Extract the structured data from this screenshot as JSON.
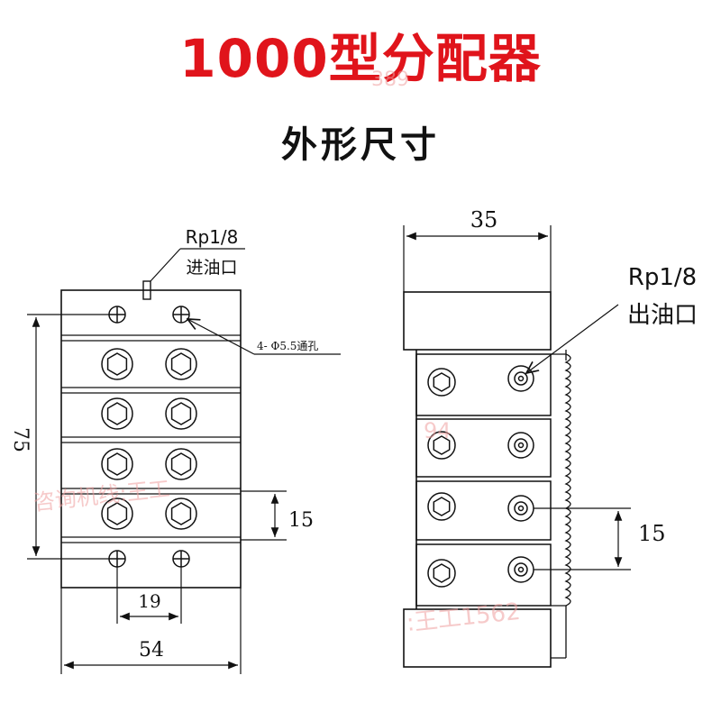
{
  "header": {
    "title": "1000型分配器",
    "subtitle": "外形尺寸"
  },
  "front_view": {
    "inlet_thread": "Rp1/8",
    "inlet_label": "进油口",
    "hole_callout": "4- Φ5.5通孔",
    "height_dim": "75",
    "pitch_dim": "15",
    "hole_spacing_dim": "19",
    "width_dim": "54"
  },
  "side_view": {
    "depth_dim": "35",
    "outlet_thread": "Rp1/8",
    "outlet_label": "出油口",
    "pitch_dim": "15"
  },
  "watermarks": {
    "left": "咨询机线:王工",
    "right": ":王工1562",
    "mid": "94",
    "top": "389"
  },
  "colors": {
    "title": "#e0141b",
    "line": "#111111",
    "watermark": "#f0a0a0"
  }
}
